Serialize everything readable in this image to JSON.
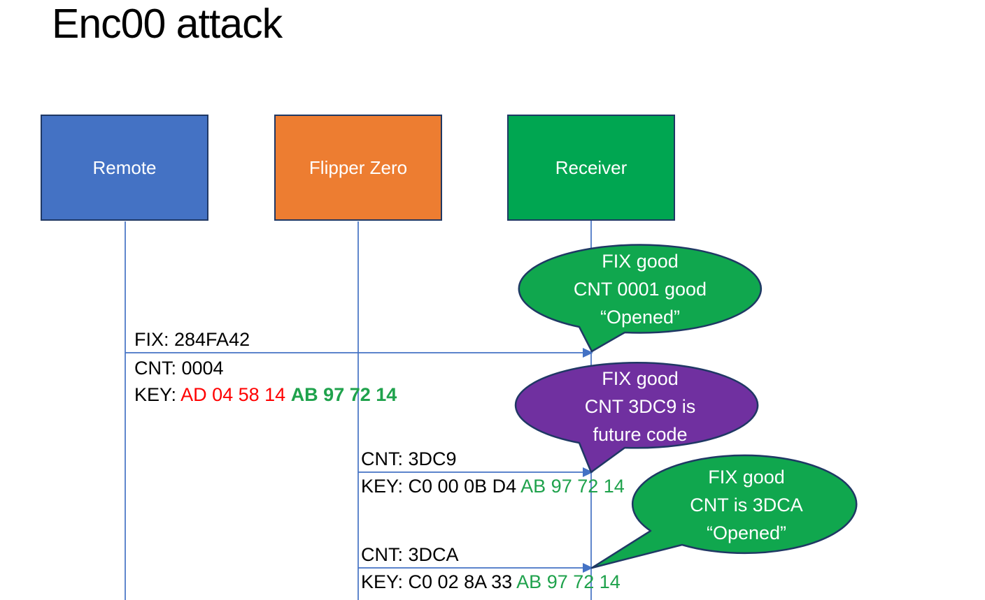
{
  "title": "Enc00 attack",
  "colors": {
    "background": "#FFFFFF",
    "actor_border": "#1F3864",
    "connector_blue": "#4472C4",
    "key_red": "#FF0000",
    "key_green": "#1FA24C",
    "bubble_text": "#FFFFFF",
    "message_text": "#000000"
  },
  "actors": [
    {
      "label": "Remote",
      "color": "#4472C4"
    },
    {
      "label": "Flipper Zero",
      "color": "#ED7D31"
    },
    {
      "label": "Receiver",
      "color": "#00A651"
    }
  ],
  "messages": [
    {
      "from": "Remote",
      "to": "Receiver",
      "above": "FIX: 284FA42",
      "below": "CNT: 0004",
      "key_label": "KEY: ",
      "key_red": "AD 04 58 14 ",
      "key_green": "AB 97 72 14"
    },
    {
      "from": "Flipper Zero",
      "to": "Receiver",
      "above": "CNT: 3DC9",
      "key_label": "KEY: C0 00 0B D4 ",
      "key_green": "AB 97 72 14"
    },
    {
      "from": "Flipper Zero",
      "to": "Receiver",
      "above": "CNT: 3DCA",
      "key_label": "KEY: C0 02 8A 33 ",
      "key_green": "AB 97 72 14"
    }
  ],
  "callouts": [
    {
      "speaker": "Receiver",
      "color": "#10A74E",
      "lines": [
        "FIX good",
        "CNT 0001 good",
        "“Opened”"
      ]
    },
    {
      "speaker": "Receiver",
      "color": "#7030A0",
      "lines": [
        "FIX good",
        "CNT 3DC9 is",
        "future code"
      ]
    },
    {
      "speaker": "Receiver",
      "color": "#10A74E",
      "lines": [
        "FIX good",
        "CNT is 3DCA",
        "“Opened”"
      ]
    }
  ]
}
